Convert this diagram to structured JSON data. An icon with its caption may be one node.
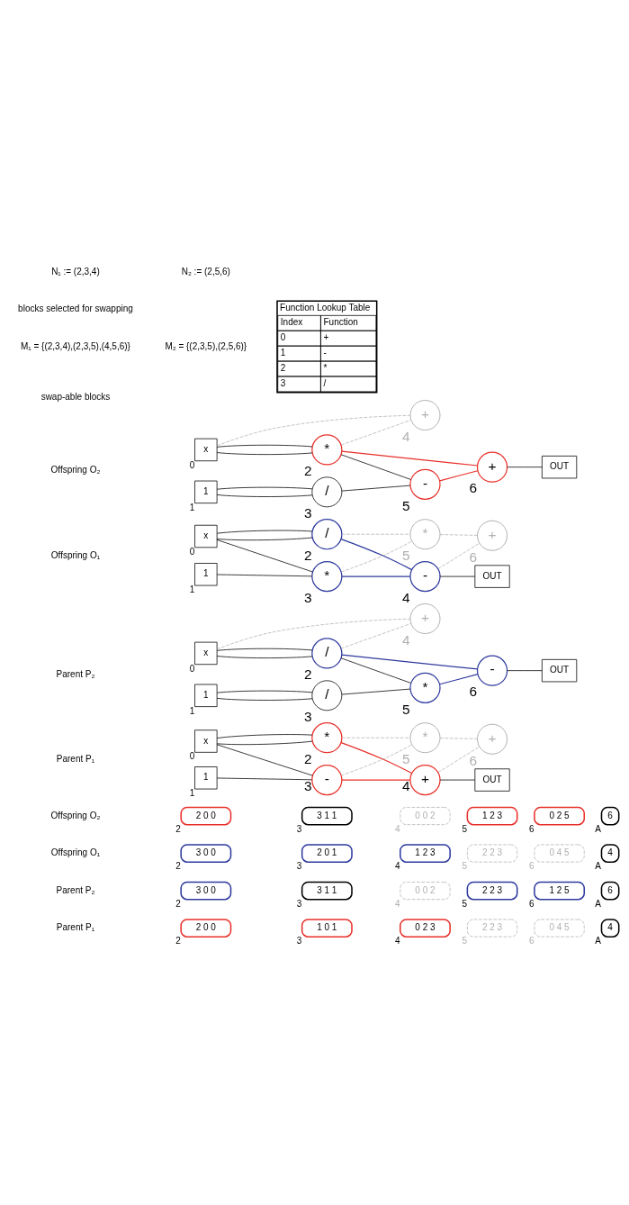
{
  "diagram": {
    "nodes": [
      {
        "text": [
          "2 0 0"
        ],
        "beside": [
          "2"
        ]
      },
      {
        "text": [
          "1 0 1"
        ],
        "beside": [
          "3"
        ]
      },
      {
        "text": [
          "0 2 3"
        ],
        "beside": [
          "4"
        ]
      },
      {
        "text": [
          "2 2 3"
        ],
        "beside": [
          "5"
        ]
      },
      {
        "text": [
          "0 4 5"
        ],
        "beside": [
          "6"
        ]
      },
      {
        "text": [
          "4"
        ],
        "beside": [
          "A"
        ]
      },
      {
        "text": [
          "3 0 0"
        ],
        "beside": [
          "2"
        ]
      },
      {
        "text": [
          "3 1 1"
        ],
        "beside": [
          "3"
        ]
      },
      {
        "text": [
          "0 0 2"
        ],
        "beside": [
          "4"
        ]
      },
      {
        "text": [
          "2 2 3"
        ],
        "beside": [
          "5"
        ]
      },
      {
        "text": [
          "1 2 5"
        ],
        "beside": [
          "6"
        ]
      },
      {
        "text": [
          "6"
        ],
        "beside": [
          "A"
        ]
      },
      {
        "text": [
          "3 0 0"
        ],
        "beside": [
          "2"
        ]
      },
      {
        "text": [
          "2 0 1"
        ],
        "beside": [
          "3"
        ]
      },
      {
        "text": [
          "1 2 3"
        ],
        "beside": [
          "4"
        ]
      },
      {
        "text": [
          "2 2 3"
        ],
        "beside": [
          "5"
        ]
      },
      {
        "text": [
          "0 4 5"
        ],
        "beside": [
          "6"
        ]
      },
      {
        "text": [
          "4"
        ],
        "beside": [
          "A"
        ]
      },
      {
        "text": [
          "2 0 0"
        ],
        "beside": [
          "2"
        ]
      },
      {
        "text": [
          "3 1 1"
        ],
        "beside": [
          "3"
        ]
      },
      {
        "text": [
          "0 0 2"
        ],
        "beside": [
          "4"
        ]
      },
      {
        "text": [
          "1 2 3"
        ],
        "beside": [
          "5"
        ]
      },
      {
        "text": [
          "0 2 5"
        ],
        "beside": [
          "6"
        ]
      },
      {
        "text": [
          "6"
        ],
        "beside": [
          "A"
        ]
      },
      {
        "text": [
          "x"
        ],
        "beside": [
          "0"
        ]
      },
      {
        "text": [
          "1"
        ],
        "beside": [
          "1"
        ]
      },
      {
        "text": [
          "*"
        ],
        "beside": [
          "2"
        ]
      },
      {
        "text": [
          "-"
        ],
        "beside": [
          "3"
        ]
      },
      {
        "text": [
          "+"
        ],
        "beside": [
          "4"
        ]
      },
      {
        "text": [
          "*"
        ],
        "beside": [
          "5"
        ]
      },
      {
        "text": [
          "+"
        ],
        "beside": [
          "6"
        ]
      },
      {
        "text": [
          "OUT"
        ]
      },
      {
        "text": [
          "x"
        ],
        "beside": [
          "0"
        ]
      },
      {
        "text": [
          "1"
        ],
        "beside": [
          "1"
        ]
      },
      {
        "text": [
          "/"
        ],
        "beside": [
          "2"
        ]
      },
      {
        "text": [
          "/"
        ],
        "beside": [
          "3"
        ]
      },
      {
        "text": [
          "+"
        ],
        "beside": [
          "4"
        ]
      },
      {
        "text": [
          "*"
        ],
        "beside": [
          "5"
        ]
      },
      {
        "text": [
          "-"
        ],
        "beside": [
          "6"
        ]
      },
      {
        "text": [
          "OUT"
        ]
      },
      {
        "text": [
          "x"
        ],
        "beside": [
          "0"
        ]
      },
      {
        "text": [
          "1"
        ],
        "beside": [
          "1"
        ]
      },
      {
        "text": [
          "/"
        ],
        "beside": [
          "2"
        ]
      },
      {
        "text": [
          "*"
        ],
        "beside": [
          "3"
        ]
      },
      {
        "text": [
          "-"
        ],
        "beside": [
          "4"
        ]
      },
      {
        "text": [
          "*"
        ],
        "beside": [
          "5"
        ]
      },
      {
        "text": [
          "+"
        ],
        "beside": [
          "6"
        ]
      },
      {
        "text": [
          "OUT"
        ]
      },
      {
        "text": [
          "x"
        ],
        "beside": [
          "0"
        ]
      },
      {
        "text": [
          "1"
        ],
        "beside": [
          "1"
        ]
      },
      {
        "text": [
          "*"
        ],
        "beside": [
          "2"
        ]
      },
      {
        "text": [
          "/"
        ],
        "beside": [
          "3"
        ]
      },
      {
        "text": [
          "+"
        ],
        "beside": [
          "4"
        ]
      },
      {
        "text": [
          "-"
        ],
        "beside": [
          "5"
        ]
      },
      {
        "text": [
          "+"
        ],
        "beside": [
          "6"
        ]
      },
      {
        "text": [
          "OUT"
        ]
      }
    ],
    "edges": [
      {
        "from": 24,
        "to": 26,
        "arrow": "none"
      },
      {
        "from": 24,
        "to": 26,
        "arrow": "none"
      },
      {
        "from": 24,
        "to": 27,
        "arrow": "none"
      },
      {
        "from": 25,
        "to": 27,
        "arrow": "none"
      },
      {
        "from": 26,
        "to": 28,
        "arrow": "none",
        "color": "#e8302a"
      },
      {
        "from": 27,
        "to": 28,
        "arrow": "none",
        "color": "#e8302a"
      },
      {
        "from": 26,
        "to": 29,
        "arrow": "none",
        "style": "dashed",
        "color": "#b0b0b0"
      },
      {
        "from": 27,
        "to": 29,
        "arrow": "none",
        "style": "dashed",
        "color": "#b0b0b0"
      },
      {
        "from": 28,
        "to": 30,
        "arrow": "none",
        "style": "dashed",
        "color": "#b0b0b0"
      },
      {
        "from": 29,
        "to": 30,
        "arrow": "none",
        "style": "dashed",
        "color": "#b0b0b0"
      },
      {
        "from": 28,
        "to": 31,
        "arrow": "none"
      },
      {
        "from": 32,
        "to": 36,
        "arrow": "none",
        "style": "dashed",
        "color": "#b0b0b0"
      },
      {
        "from": 32,
        "to": 34,
        "arrow": "none"
      },
      {
        "from": 32,
        "to": 34,
        "arrow": "none"
      },
      {
        "from": 34,
        "to": 36,
        "arrow": "none",
        "style": "dashed",
        "color": "#b0b0b0"
      },
      {
        "from": 33,
        "to": 35,
        "arrow": "none"
      },
      {
        "from": 33,
        "to": 35,
        "arrow": "none"
      },
      {
        "from": 34,
        "to": 38,
        "arrow": "none",
        "color": "#2e3a9e"
      },
      {
        "from": 34,
        "to": 37,
        "arrow": "none"
      },
      {
        "from": 35,
        "to": 37,
        "arrow": "none"
      },
      {
        "from": 37,
        "to": 38,
        "arrow": "none",
        "color": "#2e3a9e"
      },
      {
        "from": 38,
        "to": 39,
        "arrow": "none"
      },
      {
        "from": 40,
        "to": 42,
        "arrow": "none"
      },
      {
        "from": 40,
        "to": 42,
        "arrow": "none"
      },
      {
        "from": 40,
        "to": 43,
        "arrow": "none"
      },
      {
        "from": 41,
        "to": 43,
        "arrow": "none"
      },
      {
        "from": 42,
        "to": 44,
        "arrow": "none",
        "color": "#2e3a9e"
      },
      {
        "from": 43,
        "to": 44,
        "arrow": "none",
        "color": "#2e3a9e"
      },
      {
        "from": 42,
        "to": 45,
        "arrow": "none",
        "style": "dashed",
        "color": "#b0b0b0"
      },
      {
        "from": 43,
        "to": 45,
        "arrow": "none",
        "style": "dashed",
        "color": "#b0b0b0"
      },
      {
        "from": 44,
        "to": 46,
        "arrow": "none",
        "style": "dashed",
        "color": "#b0b0b0"
      },
      {
        "from": 45,
        "to": 46,
        "arrow": "none",
        "style": "dashed",
        "color": "#b0b0b0"
      },
      {
        "from": 44,
        "to": 47,
        "arrow": "none"
      },
      {
        "from": 48,
        "to": 52,
        "arrow": "none",
        "style": "dashed",
        "color": "#b0b0b0"
      },
      {
        "from": 48,
        "to": 50,
        "arrow": "none"
      },
      {
        "from": 48,
        "to": 50,
        "arrow": "none"
      },
      {
        "from": 50,
        "to": 52,
        "arrow": "none",
        "style": "dashed",
        "color": "#b0b0b0"
      },
      {
        "from": 49,
        "to": 51,
        "arrow": "none"
      },
      {
        "from": 49,
        "to": 51,
        "arrow": "none"
      },
      {
        "from": 50,
        "to": 54,
        "arrow": "none",
        "color": "#e8302a"
      },
      {
        "from": 50,
        "to": 53,
        "arrow": "none"
      },
      {
        "from": 51,
        "to": 53,
        "arrow": "none"
      },
      {
        "from": 53,
        "to": 54,
        "arrow": "none",
        "color": "#e8302a"
      },
      {
        "from": 54,
        "to": 55,
        "arrow": "none"
      }
    ],
    "labels": [
      "swap-able blocks",
      "M₁ = {(2,3,4),(2,3,5),(4,5,6)}",
      "M₂ = {(2,3,5),(2,5,6)}",
      "blocks selected for swapping",
      "N₁ := (2,3,4)",
      "N₂ := (2,5,6)",
      "Function Lookup Table",
      "Index",
      "Function",
      "0",
      "+",
      "1",
      "-",
      "2",
      "*",
      "3",
      "/",
      "Parent P₁",
      "Parent P₂",
      "Offspring O₁",
      "Offspring O₂",
      "Parent P₁",
      "Parent P₂",
      "Offspring O₁",
      "Offspring O₂"
    ]
  }
}
